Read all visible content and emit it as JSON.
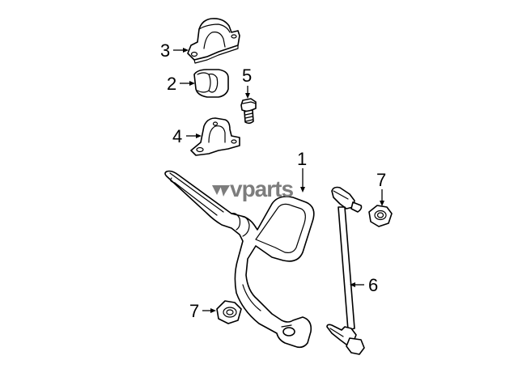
{
  "diagram": {
    "callouts": {
      "c1": "1",
      "c2": "2",
      "c3": "3",
      "c4": "4",
      "c5": "5",
      "c6": "6",
      "c7a": "7",
      "c7b": "7"
    },
    "watermark": "vparts",
    "icons": [
      "stabilizer-bar",
      "bushing-bracket",
      "bushing",
      "bracket",
      "bolt",
      "stabilizer-link",
      "nut"
    ]
  }
}
